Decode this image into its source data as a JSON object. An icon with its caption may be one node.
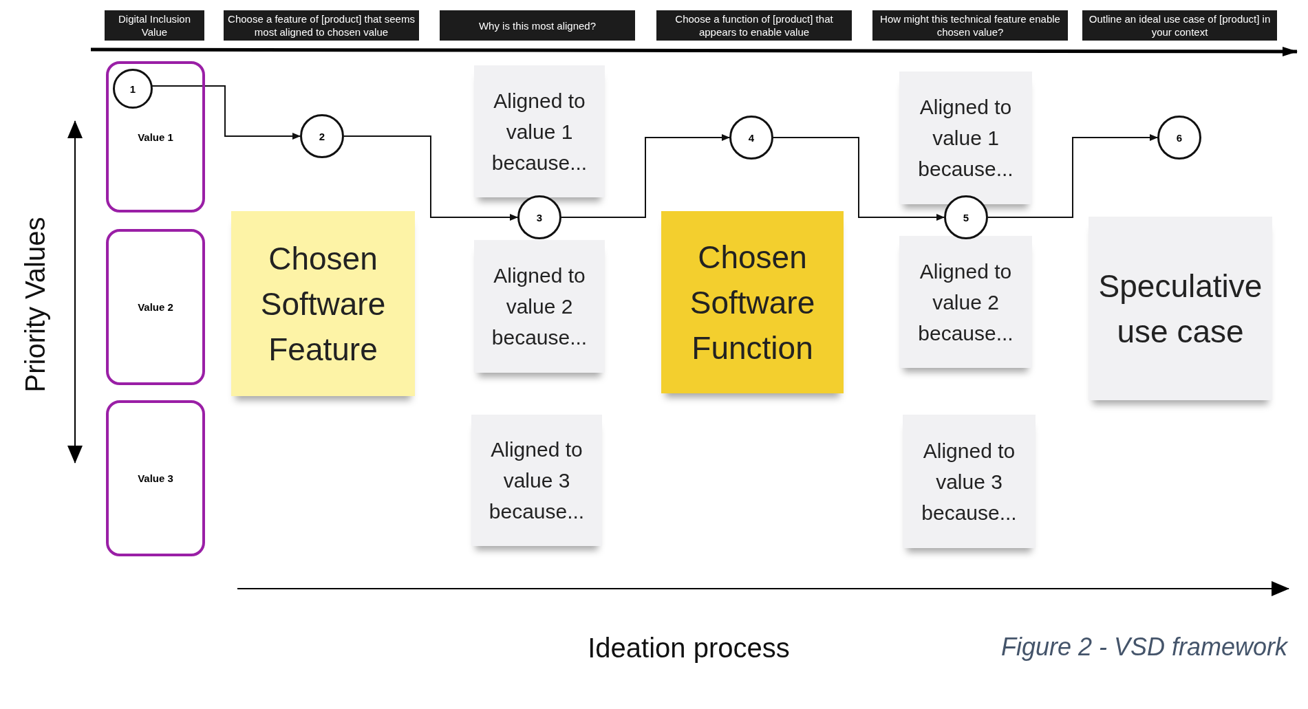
{
  "diagram": {
    "caption": "Figure 2 - VSD framework",
    "nodes": [
      {
        "text": [
          "Digital Inclusion Value"
        ]
      },
      {
        "text": [
          "Choose a feature of [product] that seems most aligned to chosen value"
        ]
      },
      {
        "text": [
          "Why is this most aligned?"
        ]
      },
      {
        "text": [
          "Choose a function of [product] that appears to enable value"
        ]
      },
      {
        "text": [
          "How might this technical feature enable chosen value?"
        ]
      },
      {
        "text": [
          "Outline an ideal use case of [product] in your context"
        ]
      },
      {
        "text": [
          "1"
        ],
        "in": 7
      },
      {
        "text": [
          "Value 1"
        ]
      },
      {
        "text": [
          "Value 2"
        ]
      },
      {
        "text": [
          "Value 3"
        ]
      },
      {
        "text": [
          "2"
        ]
      },
      {
        "text": [
          "Chosen Software Feature"
        ]
      },
      {
        "text": [
          "Aligned to value 1 because..."
        ]
      },
      {
        "text": [
          "3"
        ]
      },
      {
        "text": [
          "Aligned to value 2 because..."
        ]
      },
      {
        "text": [
          "Aligned to value 3 because..."
        ]
      },
      {
        "text": [
          "4"
        ]
      },
      {
        "text": [
          "Chosen Software Function"
        ]
      },
      {
        "text": [
          "Aligned to value 1 because..."
        ]
      },
      {
        "text": [
          "5"
        ]
      },
      {
        "text": [
          "Aligned to value 2 because..."
        ]
      },
      {
        "text": [
          "Aligned to value 3 because..."
        ]
      },
      {
        "text": [
          "6"
        ]
      },
      {
        "text": [
          "Speculative use case"
        ]
      }
    ],
    "edges": [
      {
        "from": 6,
        "to": 10,
        "arrow": "to"
      },
      {
        "from": 10,
        "to": 13,
        "arrow": "to"
      },
      {
        "from": 13,
        "to": 16,
        "arrow": "to"
      },
      {
        "from": 16,
        "to": 19,
        "arrow": "to"
      },
      {
        "from": 19,
        "to": 22,
        "arrow": "to"
      }
    ],
    "labels": [
      "Priority Values",
      "Ideation process"
    ]
  }
}
